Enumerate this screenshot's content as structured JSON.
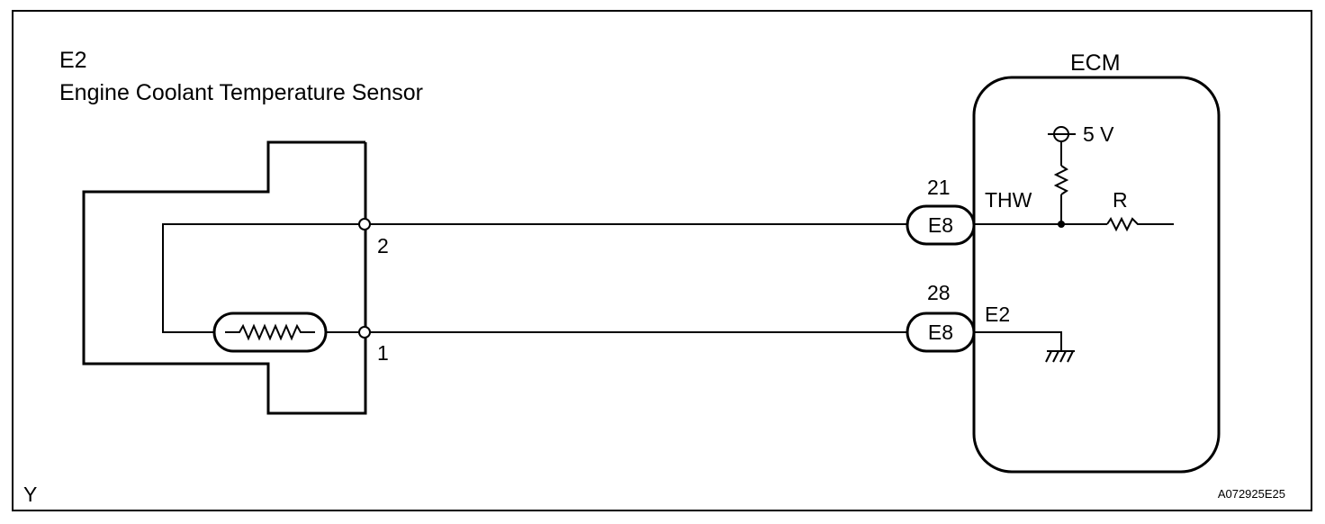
{
  "sensor": {
    "code": "E2",
    "name": "Engine Coolant Temperature Sensor",
    "pin_top": "2",
    "pin_bottom": "1"
  },
  "ecm": {
    "title": "ECM",
    "supply": "5 V",
    "resistor_label": "R",
    "signal_label": "THW",
    "ground_label": "E2"
  },
  "connectors": [
    {
      "pin": "21",
      "code": "E8"
    },
    {
      "pin": "28",
      "code": "E8"
    }
  ],
  "footer": {
    "left_mark": "Y",
    "figure_id": "A072925E25"
  },
  "colors": {
    "line": "#000000",
    "background": "#ffffff"
  }
}
